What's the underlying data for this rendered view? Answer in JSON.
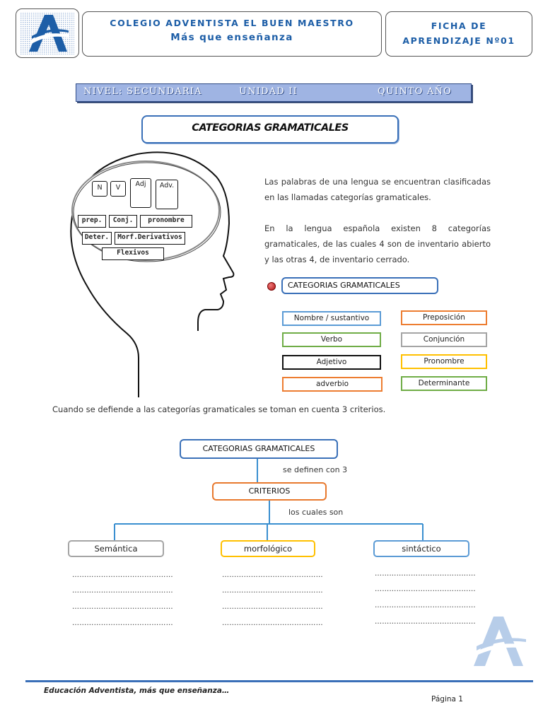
{
  "header": {
    "school": "COLEGIO ADVENTISTA EL BUEN MAESTRO",
    "slogan": "Más que enseñanza",
    "ficha_line1": "FICHA DE",
    "ficha_line2": "APRENDIZAJE Nº01"
  },
  "level_bar": {
    "nivel": "NIVEL: SECUNDARIA",
    "unidad": "UNIDAD II",
    "anio": "QUINTO AÑO"
  },
  "main_title": "CATEGORIAS GRAMATICALES",
  "head": {
    "top_boxes": [
      "N",
      "V",
      "Adj",
      "Adv."
    ],
    "mid_boxes": [
      "prep.",
      "Conj.",
      "pronombre"
    ],
    "low_boxes": [
      "Deter.",
      "Morf.Derivativos"
    ],
    "bottom_box": "Flexivos"
  },
  "paragraphs": [
    "Las palabras de una lengua se encuentran clasificadas en las llamadas categorías gramaticales.",
    "En la lengua española existen 8 categorías gramaticales, de las cuales 4 son de inventario abierto y las otras 4, de inventario cerrado."
  ],
  "categories": {
    "title": "CATEGORIAS GRAMATICALES",
    "open": [
      {
        "label": "Nombre / sustantivo",
        "color": "#5b9bd5"
      },
      {
        "label": "Verbo",
        "color": "#70ad47"
      },
      {
        "label": "Adjetivo",
        "color": "#111111"
      },
      {
        "label": "adverbio",
        "color": "#ed7d31"
      }
    ],
    "closed": [
      {
        "label": "Preposición",
        "color": "#ed7d31"
      },
      {
        "label": "Conjunción",
        "color": "#a5a5a5"
      },
      {
        "label": "Pronombre",
        "color": "#ffc000"
      },
      {
        "label": "Determinante",
        "color": "#70ad47"
      }
    ]
  },
  "sentence": "Cuando se defiende a las categorías gramaticales se toman en cuenta 3 criterios.",
  "diagram": {
    "title": "CATEGORIAS GRAMATICALES",
    "link1": "se definen con 3",
    "criterios": "CRITERIOS",
    "link2": "los cuales son",
    "branches": [
      {
        "label": "Semántica",
        "color": "#a5a5a5"
      },
      {
        "label": "morfológico",
        "color": "#ffc000"
      },
      {
        "label": "sintáctico",
        "color": "#5b9bd5"
      }
    ],
    "blank": "……………………………………"
  },
  "footer": {
    "text": "Educación Adventista, más que enseñanza…",
    "page": "Página 1"
  }
}
